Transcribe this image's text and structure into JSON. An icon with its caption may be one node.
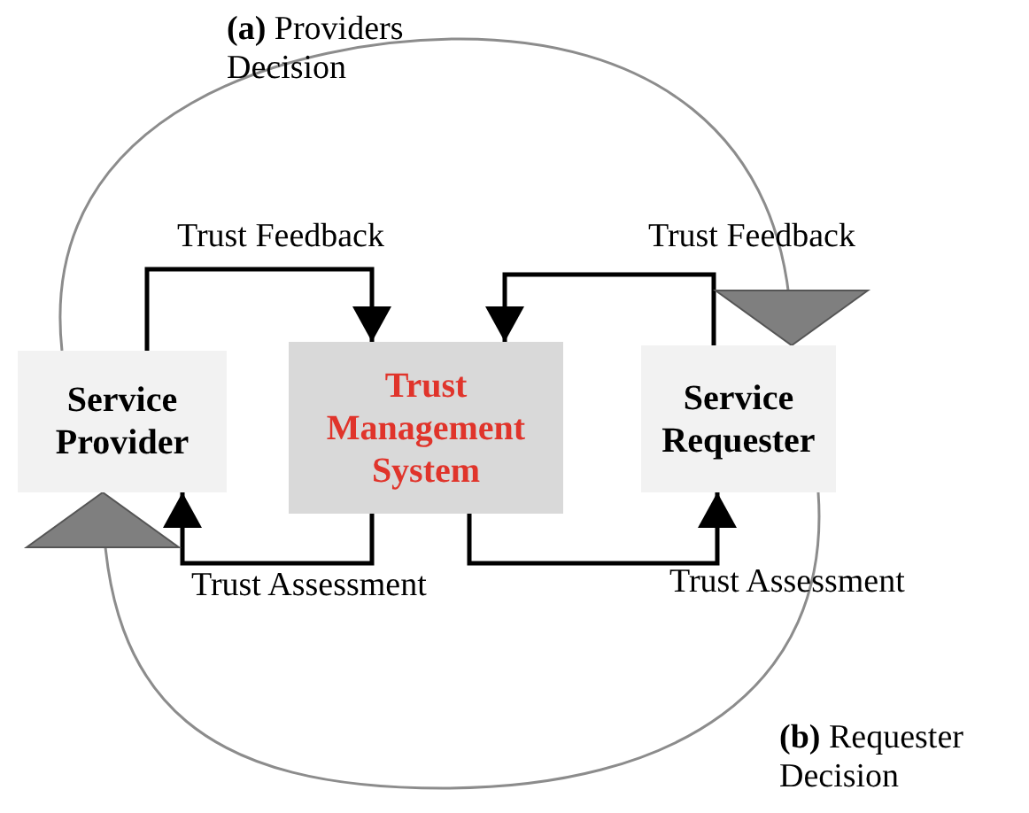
{
  "diagram": {
    "nodes": [
      {
        "text": [
          "Service Provider"
        ]
      },
      {
        "text": [
          "Trust Management System"
        ]
      },
      {
        "text": [
          "Service Requester"
        ]
      }
    ],
    "edges": [
      {
        "from": 0,
        "to": 1,
        "arrow": "to",
        "label": "Trust Feedback"
      },
      {
        "from": 2,
        "to": 1,
        "arrow": "to",
        "label": "Trust Feedback"
      },
      {
        "from": 1,
        "to": 0,
        "arrow": "to",
        "label": "Trust Assessment"
      },
      {
        "from": 1,
        "to": 2,
        "arrow": "to",
        "label": "Trust Assessment"
      },
      {
        "from": 0,
        "to": 2,
        "arrow": "to",
        "label": "**(a)** Providers Decision",
        "color": "#8c8c8c"
      },
      {
        "from": 2,
        "to": 0,
        "arrow": "to",
        "label": "**(b)** Requester Decision",
        "color": "#8c8c8c"
      }
    ]
  }
}
